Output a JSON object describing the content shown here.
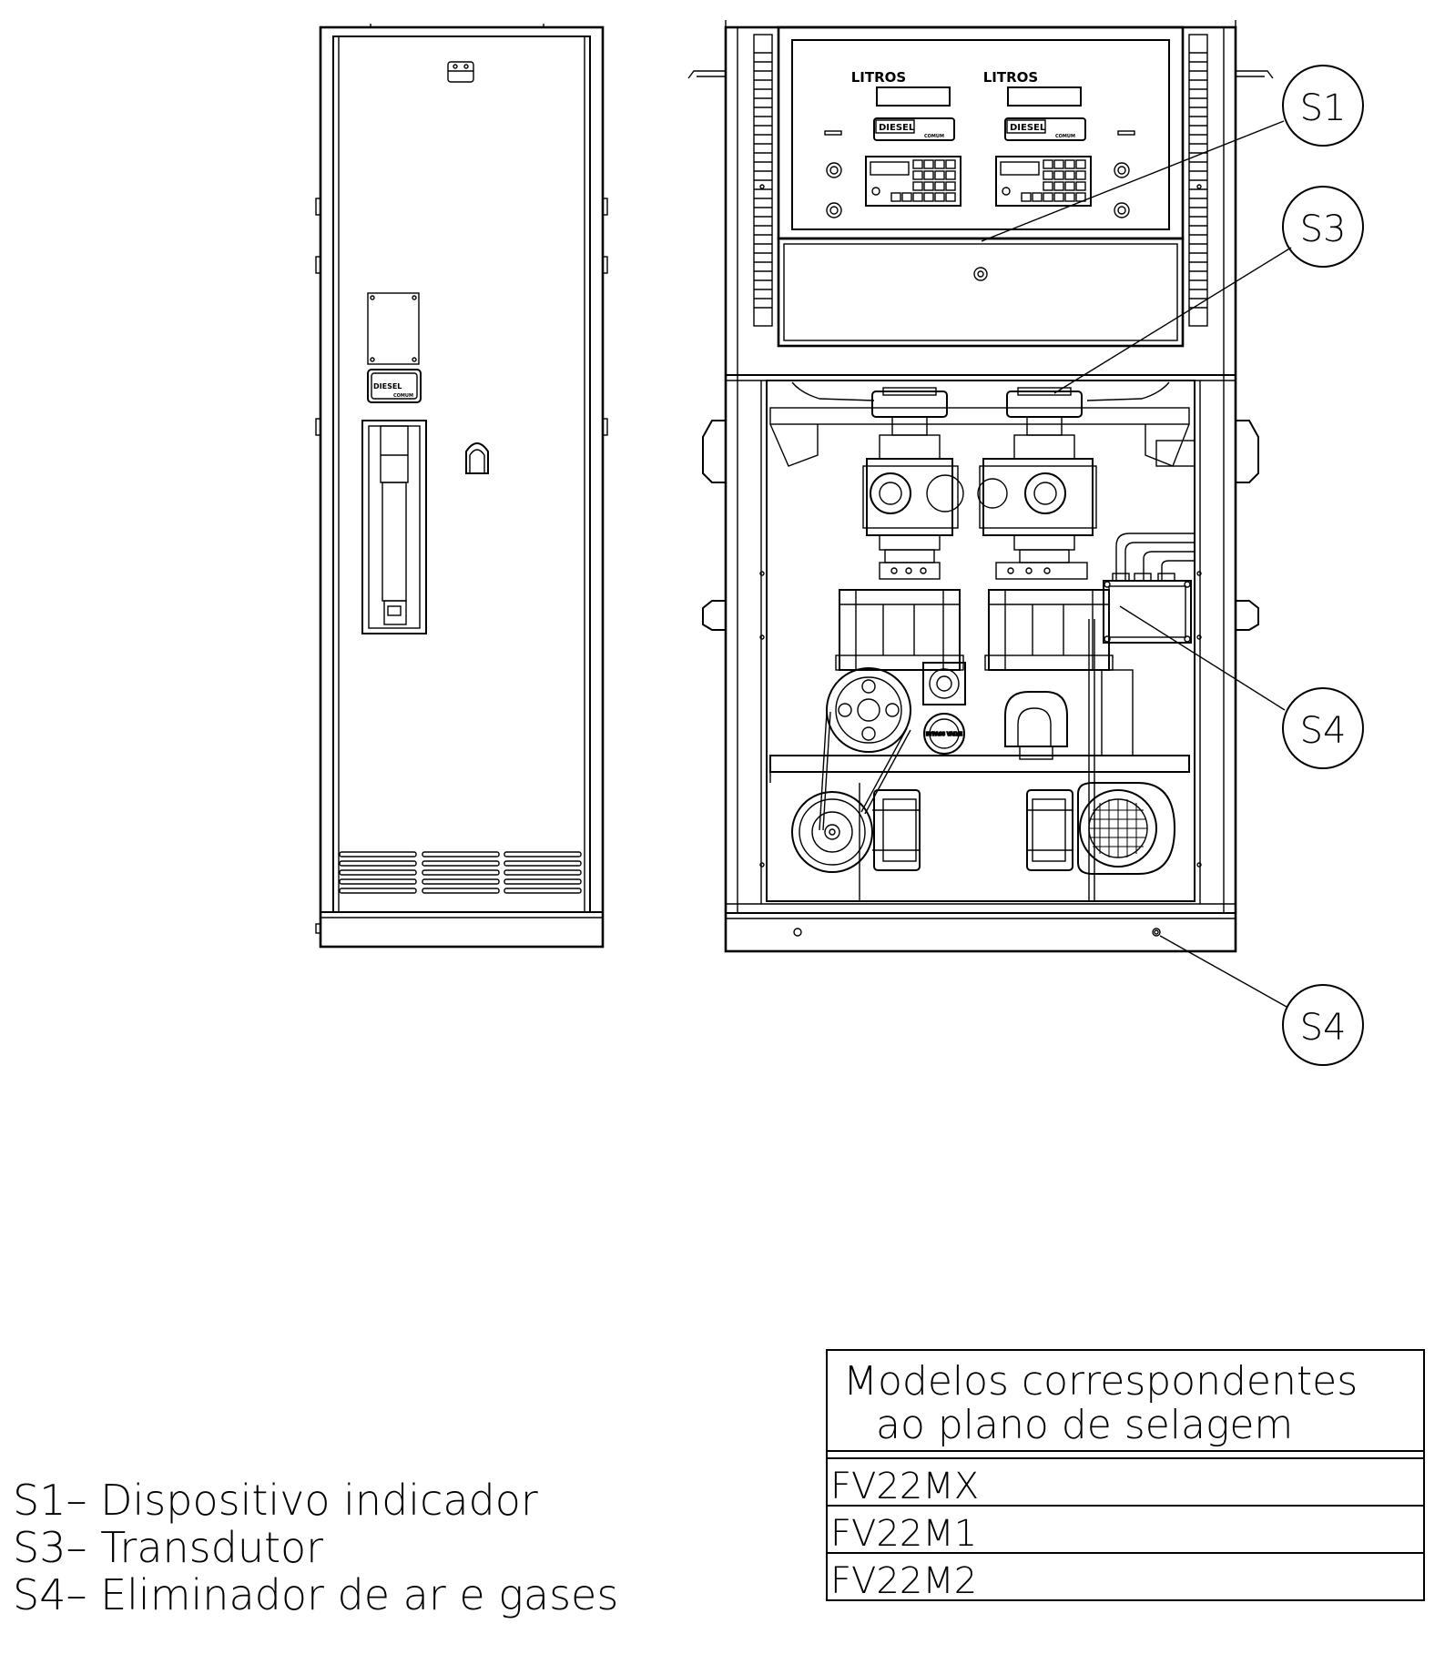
{
  "display": {
    "left_label": "LITROS",
    "right_label": "LITROS",
    "left_badge": "DIESEL",
    "right_badge": "DIESEL",
    "left_badge_sub": "COMUM",
    "right_badge_sub": "COMUM"
  },
  "side_view": {
    "badge": "DIESEL",
    "badge_sub": "COMUM"
  },
  "pump": {
    "bypass_label": "BYPASS VALVE"
  },
  "callouts": {
    "s1": "S1",
    "s3": "S3",
    "s4a": "S4",
    "s4b": "S4"
  },
  "legend": [
    "S1– Dispositivo indicador",
    "S3– Transdutor",
    "S4– Eliminador de ar e gases"
  ],
  "models_table": {
    "header_line1": "Modelos correspondentes",
    "header_line2": "ao plano de selagem",
    "rows": [
      "FV22MX",
      "FV22M1",
      "FV22M2"
    ]
  }
}
